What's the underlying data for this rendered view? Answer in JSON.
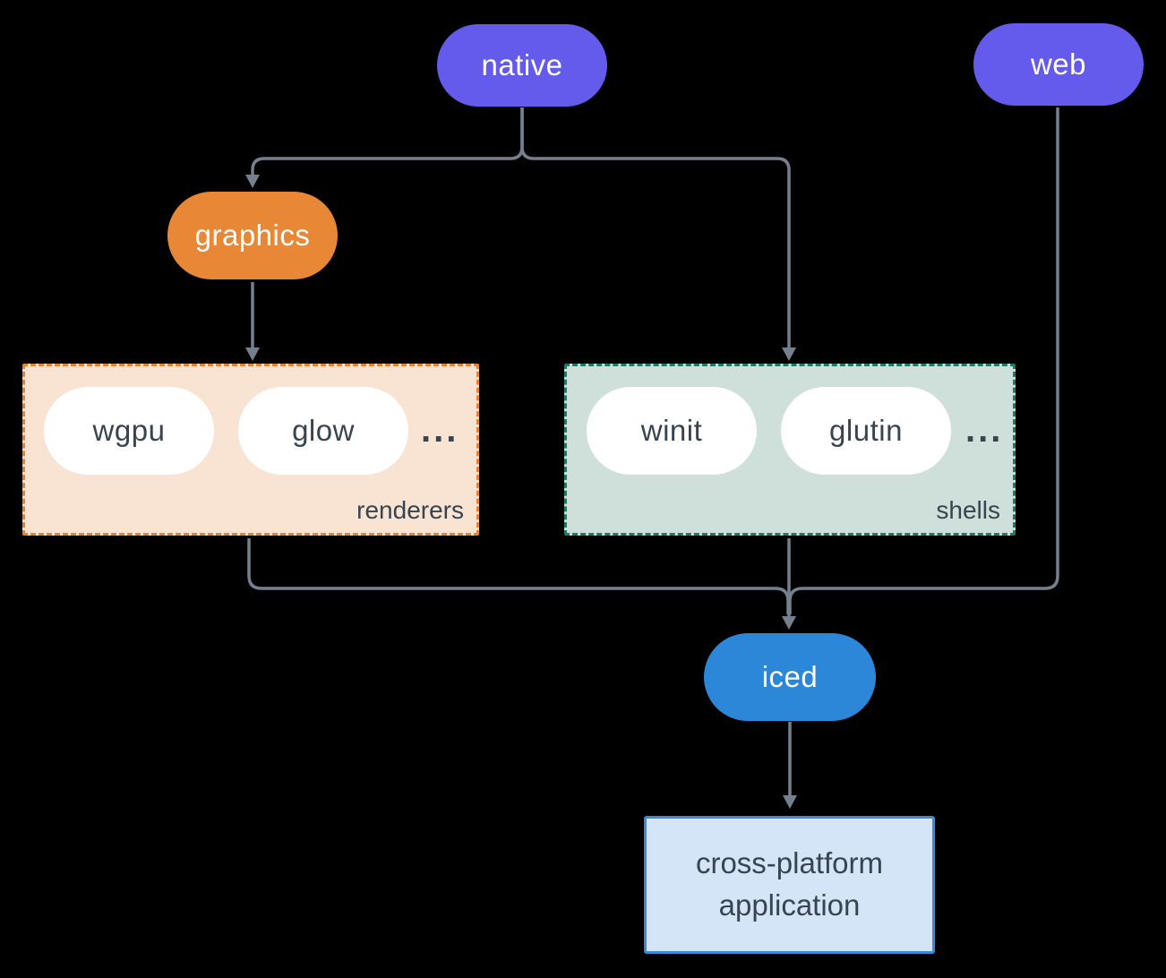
{
  "diagram": {
    "nodes": {
      "native": "native",
      "web": "web",
      "graphics": "graphics",
      "iced": "iced",
      "application": "cross-platform application"
    },
    "groups": {
      "renderers": {
        "label": "renderers",
        "items": [
          "wgpu",
          "glow"
        ],
        "ellipsis": "..."
      },
      "shells": {
        "label": "shells",
        "items": [
          "winit",
          "glutin"
        ],
        "ellipsis": "..."
      }
    },
    "colors": {
      "background": "#000000",
      "native_web": "#645AEB",
      "graphics": "#E88836",
      "iced": "#2D87D8",
      "renderers_fill": "#F9E4D4",
      "renderers_border": "#E8822F",
      "shells_fill": "#CFE0DA",
      "shells_border": "#1F7A68",
      "application_fill": "#D3E5F7",
      "application_border": "#3A8AD8",
      "arrow": "#75808F",
      "dark_text": "#36454F",
      "light_text": "#FFFFFF"
    }
  }
}
